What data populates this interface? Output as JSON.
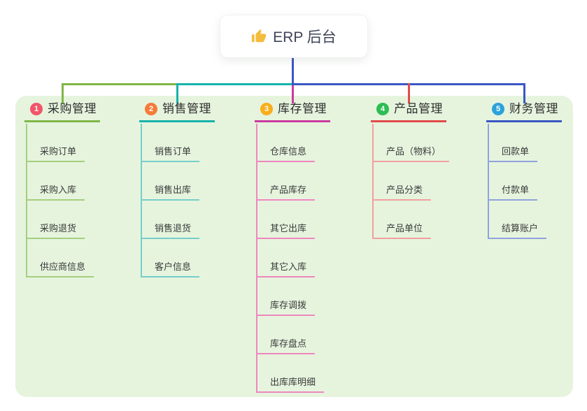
{
  "root": {
    "title": "ERP 后台",
    "icon": "thumbs-up-icon",
    "icon_color": "#F5BD3E"
  },
  "branches": [
    {
      "badge": "1",
      "label": "采购管理",
      "badge_color": "#F2566A",
      "line_color": "#7FB647",
      "child_line_color": "#A5CE7D",
      "children": [
        "采购订单",
        "采购入库",
        "采购退货",
        "供应商信息"
      ]
    },
    {
      "badge": "2",
      "label": "销售管理",
      "badge_color": "#F57B39",
      "line_color": "#16B3AB",
      "child_line_color": "#76CEC9",
      "children": [
        "销售订单",
        "销售出库",
        "销售退货",
        "客户信息"
      ]
    },
    {
      "badge": "3",
      "label": "库存管理",
      "badge_color": "#F9AE1C",
      "line_color": "#CA3A9D",
      "child_line_color": "#EF87BE",
      "children": [
        "仓库信息",
        "产品库存",
        "其它出库",
        "其它入库",
        "库存调拨",
        "库存盘点",
        "出库库明细"
      ]
    },
    {
      "badge": "4",
      "label": "产品管理",
      "badge_color": "#2EBD52",
      "line_color": "#E24B49",
      "child_line_color": "#F2A09E",
      "children": [
        "产品（物料）",
        "产品分类",
        "产品单位"
      ]
    },
    {
      "badge": "5",
      "label": "财务管理",
      "badge_color": "#2BA2DB",
      "line_color": "#3A57C3",
      "child_line_color": "#90A3DB",
      "children": [
        "回款单",
        "付款单",
        "结算账户"
      ]
    }
  ],
  "colors": {
    "trunk": "#3A57C3",
    "panel_bg": "#E6F4DE",
    "text": "#3a3a3a"
  }
}
